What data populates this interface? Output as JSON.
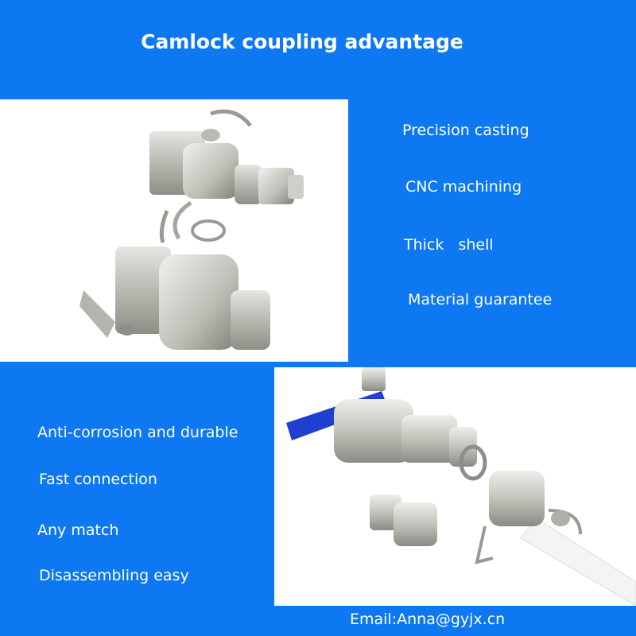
{
  "header": {
    "title": "Camlock coupling advantage"
  },
  "features_right": [
    "Precision casting",
    "CNC machining",
    "Thick   shell",
    "Material guarantee"
  ],
  "features_left": [
    "Anti-corrosion and durable",
    "Fast connection",
    "Any match",
    "Disassembling easy"
  ],
  "footer": {
    "contact": "Email:Anna@gyjx.cn"
  },
  "colors": {
    "background": "#0d78f2",
    "panel": "#ffffff",
    "text": "#ffffff"
  }
}
